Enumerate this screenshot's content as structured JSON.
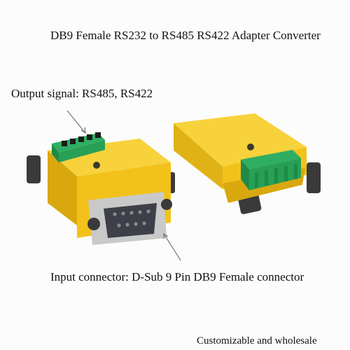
{
  "labels": {
    "title": "DB9 Female RS232 to RS485 RS422 Adapter Converter",
    "output": "Output signal: RS485, RS422",
    "input": "Input connector: D-Sub 9 Pin DB9 Female connector",
    "footer": "Customizable and wholesale"
  },
  "colors": {
    "housing": "#f2c21a",
    "housing_shade": "#d9a80f",
    "terminal": "#2fae63",
    "terminal_dark": "#1f8a48",
    "metal": "#c9c9c9",
    "screw": "#3a3a3a"
  }
}
